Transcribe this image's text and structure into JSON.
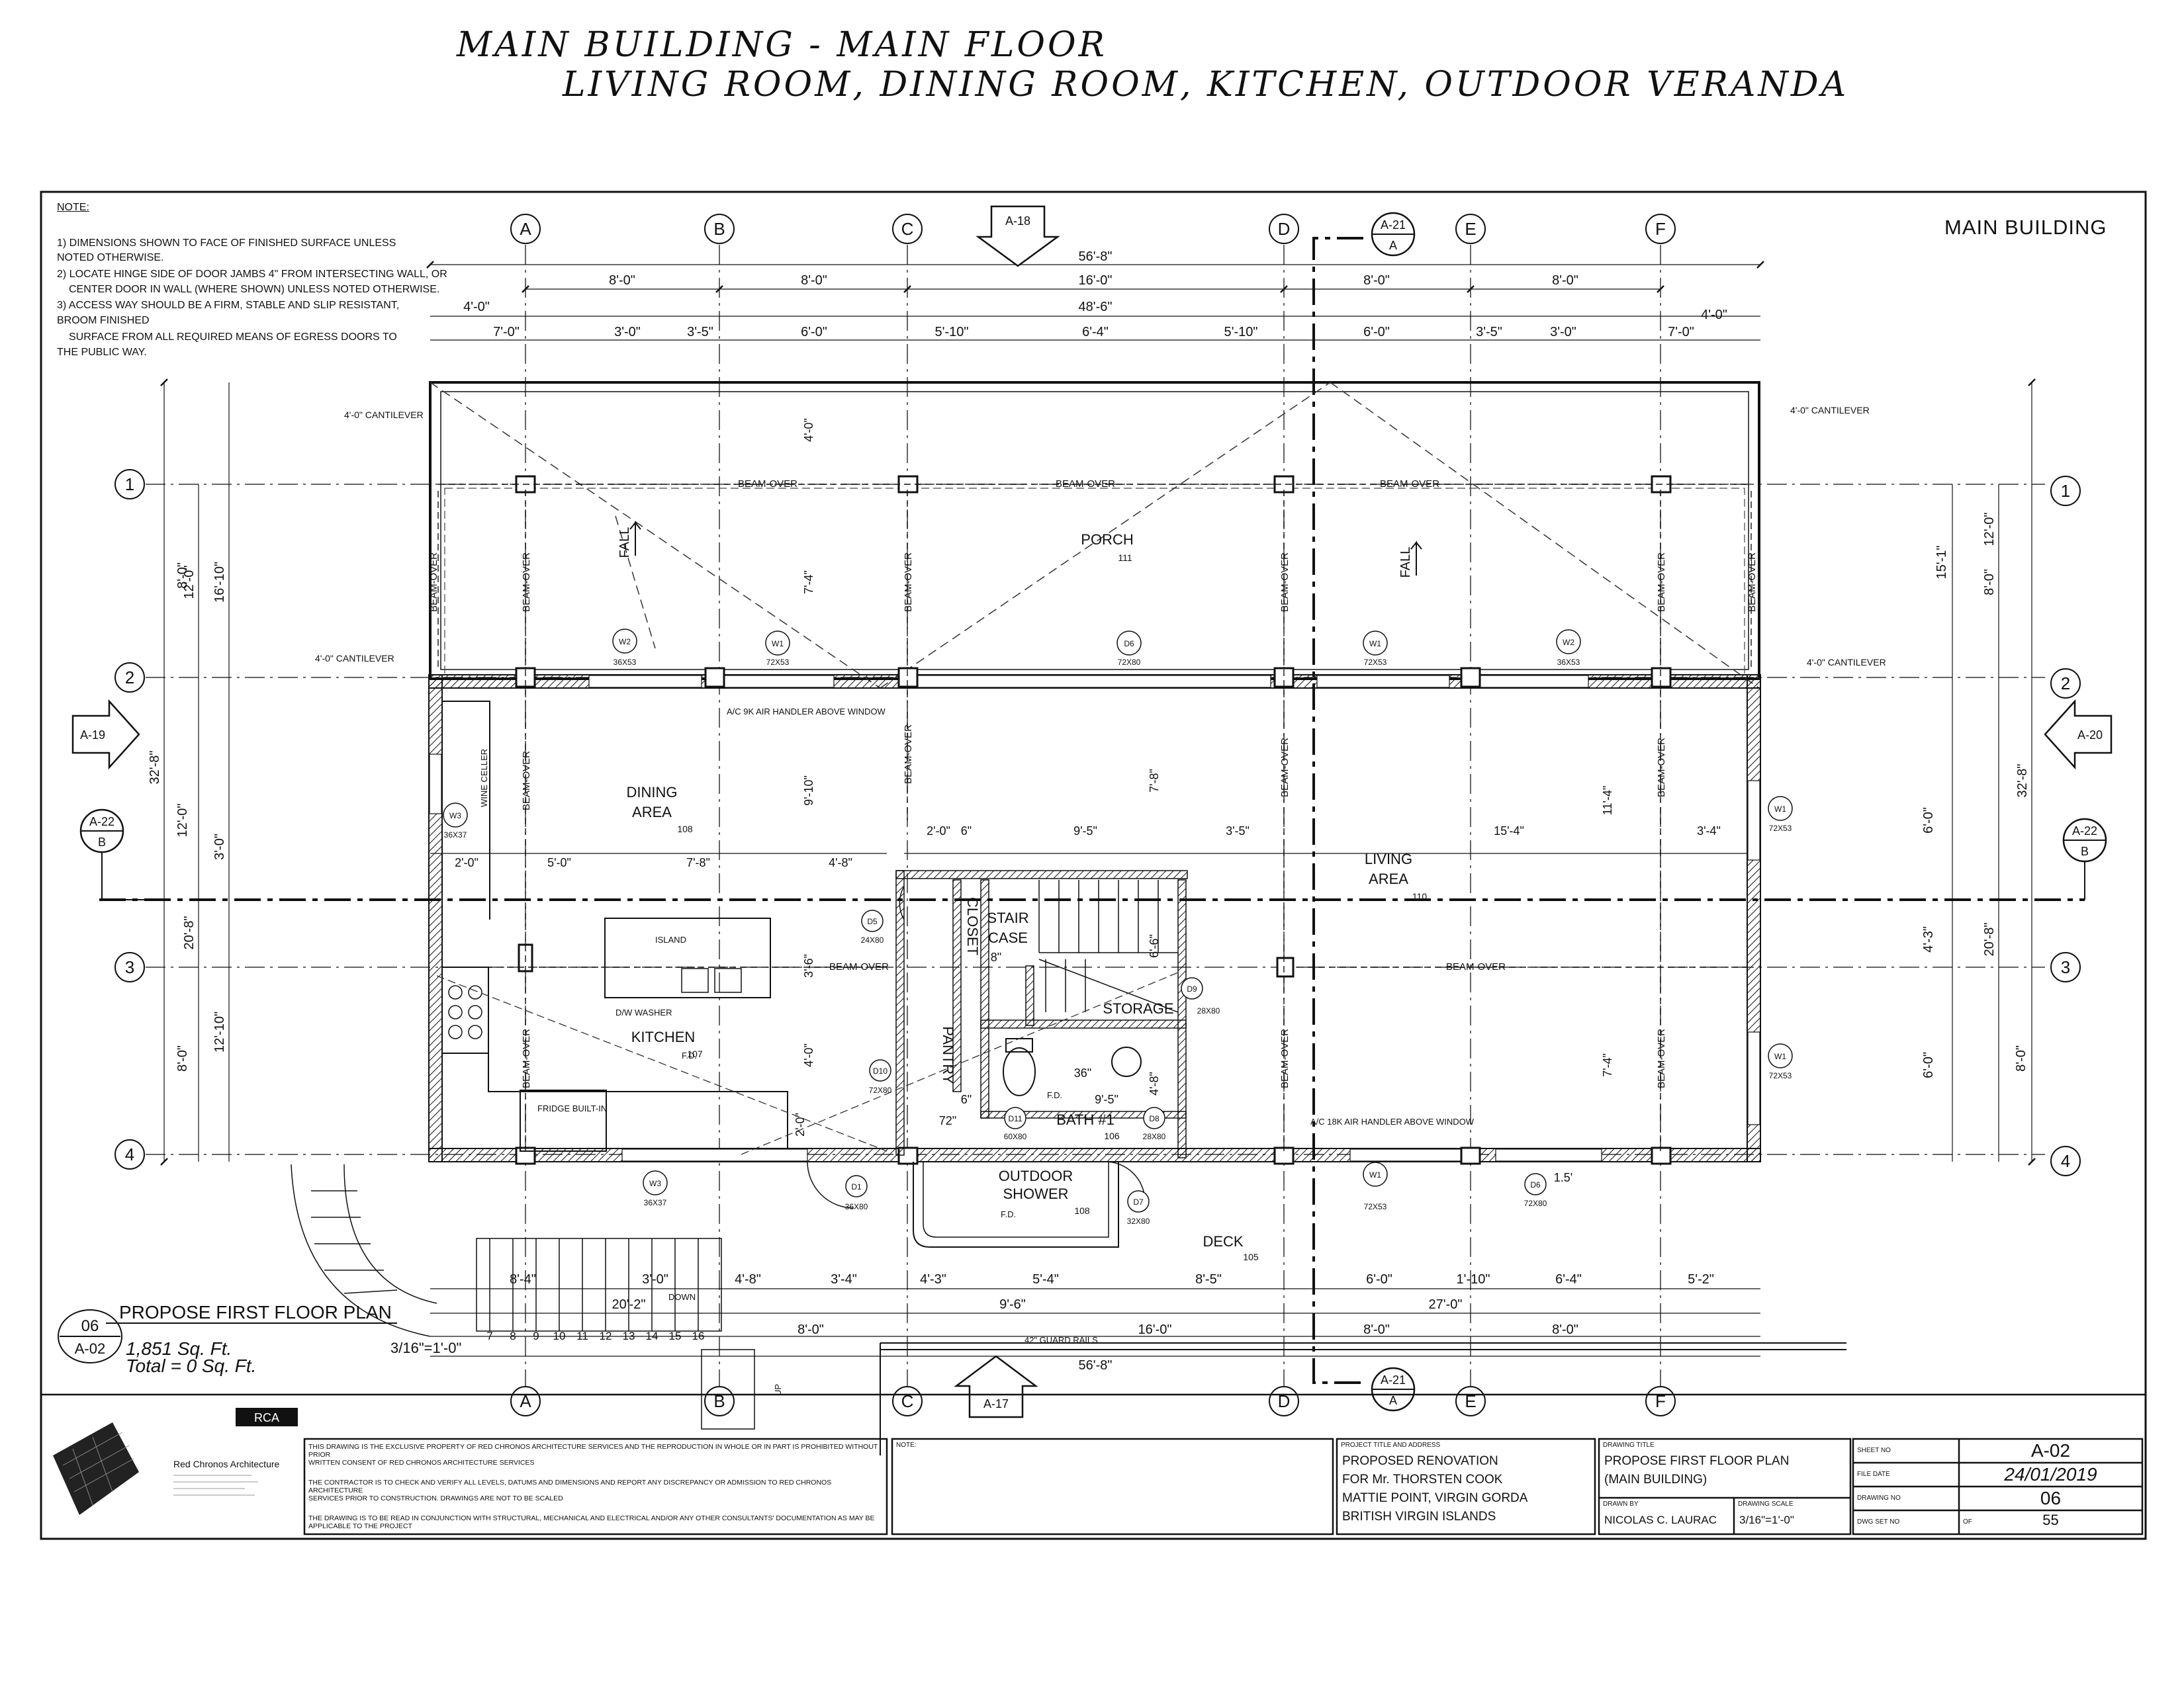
{
  "header": {
    "line1": "MAIN BUILDING - MAIN FLOOR",
    "line2": "LIVING ROOM, DINING ROOM, KITCHEN, OUTDOOR VERANDA"
  },
  "sheet_label": "MAIN BUILDING",
  "notes": {
    "heading": "NOTE:",
    "lines": [
      "1) DIMENSIONS SHOWN TO FACE OF FINISHED SURFACE UNLESS",
      "NOTED OTHERWISE.",
      "2) LOCATE HINGE SIDE OF DOOR JAMBS 4\" FROM INTERSECTING WALL, OR",
      "CENTER DOOR IN WALL (WHERE SHOWN) UNLESS NOTED OTHERWISE.",
      "3) ACCESS WAY SHOULD BE A FIRM, STABLE AND SLIP RESISTANT,",
      "BROOM FINISHED",
      "SURFACE FROM ALL REQUIRED MEANS OF EGRESS DOORS TO",
      "THE PUBLIC WAY."
    ]
  },
  "grid": {
    "columns": [
      "A",
      "B",
      "C",
      "D",
      "E",
      "F"
    ],
    "rows": [
      "1",
      "2",
      "3",
      "4"
    ]
  },
  "section_marks": {
    "top": {
      "id": "A-18"
    },
    "bottom": {
      "id": "A-17"
    },
    "left": {
      "id": "A-19"
    },
    "right": {
      "id": "A-20"
    },
    "a21_top": {
      "id": "A-21",
      "sub": "A"
    },
    "a21_bottom": {
      "id": "A-21",
      "sub": "A"
    },
    "a22_left": {
      "id": "A-22",
      "sub": "B"
    },
    "a22_right": {
      "id": "A-22",
      "sub": "B"
    }
  },
  "dims": {
    "top_overall": "56'-8\"",
    "top_row1": [
      "8'-0\"",
      "8'-0\"",
      "16'-0\"",
      "8'-0\"",
      "8'-0\""
    ],
    "top_row2_left": "4'-0\"",
    "top_row2_mid": "48'-6\"",
    "top_row2_right": "4'-0\"",
    "top_row3": [
      "7'-0\"",
      "3'-0\"",
      "3'-5\"",
      "6'-0\"",
      "5'-10\"",
      "6'-4\"",
      "5'-10\"",
      "6'-0\"",
      "3'-5\"",
      "3'-0\"",
      "7'-0\""
    ],
    "left_outer": "32'-8\"",
    "left_a": [
      "12'-0\"",
      "20'-8\""
    ],
    "left_b": [
      "16'-10\"",
      "3'-0\"",
      "12'-10\""
    ],
    "left_c": [
      "8'-0\"",
      "12'-0\"",
      "8'-0\""
    ],
    "right_outer": "32'-8\"",
    "right_a": [
      "15'-1\"",
      "12'-0\"",
      "20'-8\""
    ],
    "right_b": [
      "8'-0\"",
      "6'-0\"",
      "4'-3\"",
      "6'-0\"",
      "8'-0\""
    ],
    "bottom_row1": [
      "8'-4\"",
      "3'-0\"",
      "4'-8\"",
      "3'-4\"",
      "4'-3\"",
      "5'-4\"",
      "8'-5\"",
      "6'-0\"",
      "1'-10\"",
      "6'-4\"",
      "5'-2\""
    ],
    "bottom_row2": [
      "20'-2\"",
      "9'-6\"",
      "27'-0\""
    ],
    "bottom_row3": [
      "8'-0\"",
      "16'-0\"",
      "8'-0\"",
      "8'-0\""
    ],
    "bottom_overall": "56'-8\"",
    "interior": [
      "4'-0\"",
      "7'-4\"",
      "9'-10\"",
      "7'-8\"",
      "2'-0\"",
      "5'-0\"",
      "7'-8\"",
      "4'-8\"",
      "2'-0\"",
      "6\"",
      "9'-5\"",
      "3'-5\"",
      "15'-4\"",
      "3'-4\"",
      "11'-4\"",
      "7'-4\"",
      "3'-6\"",
      "4'-0\"",
      "2'-0\"",
      "8\"",
      "9'-5\"",
      "4'-8\"",
      "6'-6\"",
      "36\"",
      "72\"",
      "6\"",
      "1.5'"
    ]
  },
  "rooms": {
    "porch": {
      "name": "PORCH",
      "num": "111"
    },
    "dining": {
      "line1": "DINING",
      "line2": "AREA",
      "num": "108"
    },
    "living": {
      "line1": "LIVING",
      "line2": "AREA",
      "num": "110"
    },
    "kitchen": {
      "name": "KITCHEN",
      "num": "107"
    },
    "stair": {
      "line1": "STAIR",
      "line2": "CASE"
    },
    "closet": "CLOSET",
    "pantry": "PANTRY",
    "storage": "STORAGE",
    "bath": {
      "name": "BATH #1",
      "num": "106"
    },
    "outdoor_shower": {
      "line1": "OUTDOOR",
      "line2": "SHOWER",
      "num": "108"
    },
    "deck": {
      "name": "DECK",
      "num": "105"
    }
  },
  "labels": {
    "beam_over": "BEAM-OVER",
    "cantilever": "4'-0\" CANTILEVER",
    "fall": "FALL",
    "island": "ISLAND",
    "fridge": "FRIDGE BUILT-IN",
    "washer": "D/W WASHER",
    "ac_9k": "A/C 9K AIR HANDLER ABOVE WINDOW",
    "ac_18k": "A/C 18K AIR HANDLER ABOVE WINDOW",
    "guard_rails": "42\" GUARD RAILS",
    "down": "DOWN",
    "up": "UP",
    "fd": "F.D.",
    "wine": "WINE CELLER"
  },
  "tags": {
    "windows": [
      {
        "id": "W2",
        "size": "36X53"
      },
      {
        "id": "W1",
        "size": "72X53"
      },
      {
        "id": "W1",
        "size": "72X53"
      },
      {
        "id": "W2",
        "size": "36X53"
      },
      {
        "id": "W3",
        "size": "36X37"
      },
      {
        "id": "W1",
        "size": "72X53"
      },
      {
        "id": "W1",
        "size": "72X53"
      },
      {
        "id": "W3",
        "size": "36X37"
      },
      {
        "id": "W1",
        "size": "72X53"
      }
    ],
    "doors": [
      {
        "id": "D6",
        "size": "72X80"
      },
      {
        "id": "D5",
        "size": "24X80"
      },
      {
        "id": "D10",
        "size": "72X80"
      },
      {
        "id": "D9",
        "size": "28X80"
      },
      {
        "id": "D11",
        "size": "60X80"
      },
      {
        "id": "D8",
        "size": "28X80"
      },
      {
        "id": "D1",
        "size": "36X80"
      },
      {
        "id": "D7",
        "size": "32X80"
      },
      {
        "id": "D6",
        "size": "72X80"
      }
    ]
  },
  "stairs_numbers": [
    "7",
    "8",
    "9",
    "10",
    "11",
    "12",
    "13",
    "14",
    "15",
    "16"
  ],
  "plan_caption": {
    "num": "06",
    "sheet": "A-02",
    "title": "PROPOSE FIRST FLOOR PLAN",
    "area1": "1,851 Sq. Ft.",
    "area2": "Total = 0 Sq. Ft.",
    "scale": "3/16\"=1'-0\""
  },
  "titleblock": {
    "firm_logo": "RCA",
    "firm_name": "Red Chronos Architecture",
    "disclaimer": [
      "THIS DRAWING IS THE EXCLUSIVE PROPERTY OF RED CHRONOS ARCHITECTURE SERVICES AND THE REPRODUCTION IN WHOLE OR IN PART IS PROHIBITED WITHOUT PRIOR",
      "WRITTEN CONSENT OF RED CHRONOS ARCHITECTURE SERVICES",
      "THE CONTRACTOR IS TO CHECK AND VERIFY ALL LEVELS, DATUMS AND DIMENSIONS AND REPORT ANY DISCREPANCY OR ADMISSION TO RED CHRONOS ARCHITECTURE",
      "SERVICES PRIOR TO CONSTRUCTION. DRAWINGS ARE NOT TO BE SCALED",
      "THE DRAWING IS TO BE READ IN CONJUNCTION WITH STRUCTURAL, MECHANICAL AND ELECTRICAL AND/OR ANY OTHER CONSULTANTS' DOCUMENTATION AS MAY BE",
      "APPLICABLE TO THE PROJECT"
    ],
    "note_label": "NOTE:",
    "project_label": "PROJECT TITLE AND ADDRESS",
    "project_lines": [
      "PROPOSED RENOVATION",
      "FOR Mr. THORSTEN COOK",
      "MATTIE POINT, VIRGIN GORDA",
      "BRITISH VIRGIN ISLANDS"
    ],
    "drawing_title_label": "DRAWING TITLE",
    "drawing_title_lines": [
      "PROPOSE FIRST FLOOR PLAN",
      "(MAIN BUILDING)"
    ],
    "drawn_by_label": "DRAWN BY",
    "drawn_by": "NICOLAS C. LAURAC",
    "scale_label": "DRAWING SCALE",
    "scale": "3/16\"=1'-0\"",
    "sheet_no_label": "SHEET NO",
    "sheet_no": "A-02",
    "file_date_label": "FILE DATE",
    "file_date": "24/01/2019",
    "drawing_no_label": "DRAWING NO",
    "drawing_no": "06",
    "dwg_set_label": "DWG SET NO",
    "of_label": "OF",
    "dwg_set": "55"
  }
}
